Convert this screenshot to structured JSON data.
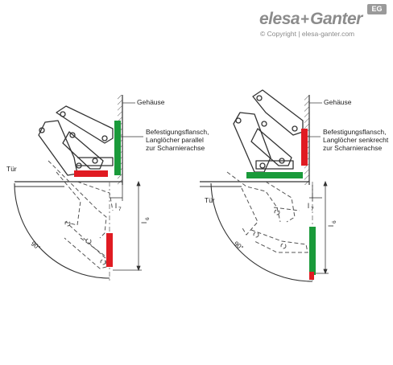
{
  "brand": {
    "word1": "elesa",
    "plus": "+",
    "word2": "Ganter",
    "badge": "EG",
    "copyright": "© Copyright | elesa-ganter.com"
  },
  "left": {
    "gehaeuse": "Gehäuse",
    "flange1": "Befestigungsflansch,",
    "flange2": "Langlöcher parallel",
    "flange3": "zur Scharnierachse",
    "tuer": "Tür",
    "angle": "90°",
    "l7": "l",
    "l7sub": "7",
    "l6": "l",
    "l6sub": "6"
  },
  "right": {
    "gehaeuse": "Gehäuse",
    "flange1": "Befestigungsflansch,",
    "flange2": "Langlöcher senkrecht",
    "flange3": "zur Scharnierachse",
    "tuer": "Tür",
    "angle": "90°",
    "l7": "l",
    "l7sub": "7",
    "l6": "l",
    "l6sub": "6"
  },
  "colors": {
    "green": "#1a9a3a",
    "red": "#e01b22",
    "line": "#333333",
    "dash": "#666666"
  }
}
